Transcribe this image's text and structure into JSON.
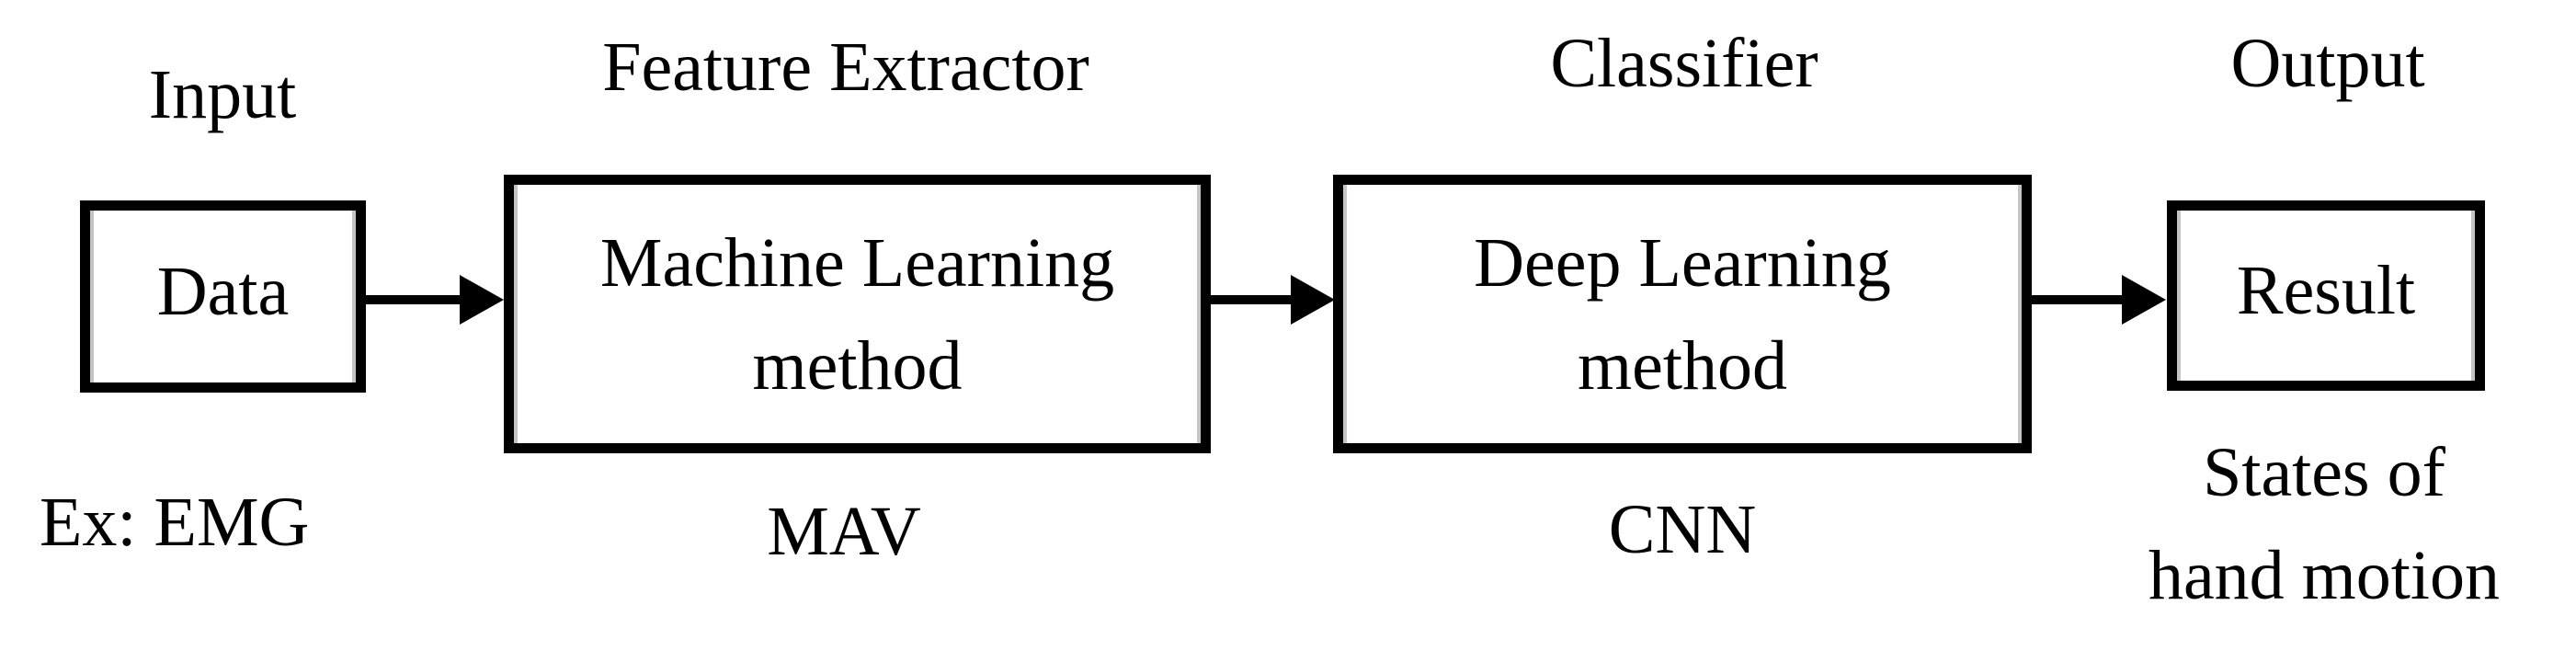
{
  "figure": {
    "type": "flow-diagram",
    "background_color": "#ffffff",
    "ink_color": "#000000",
    "artifact_line_color": "#c4c4c4",
    "columns": [
      {
        "role": "input",
        "top_label": "Input",
        "box_lines": [
          "Data"
        ],
        "bottom_lines": [
          "Ex: EMG"
        ]
      },
      {
        "role": "feature-extractor",
        "top_label": "Feature Extractor",
        "box_lines": [
          "Machine Learning",
          "method"
        ],
        "bottom_lines": [
          "MAV"
        ]
      },
      {
        "role": "classifier",
        "top_label": "Classifier",
        "box_lines": [
          "Deep Learning",
          "method"
        ],
        "bottom_lines": [
          "CNN"
        ]
      },
      {
        "role": "output",
        "top_label": "Output",
        "box_lines": [
          "Result"
        ],
        "bottom_lines": [
          "States of",
          "hand motion"
        ]
      }
    ]
  }
}
